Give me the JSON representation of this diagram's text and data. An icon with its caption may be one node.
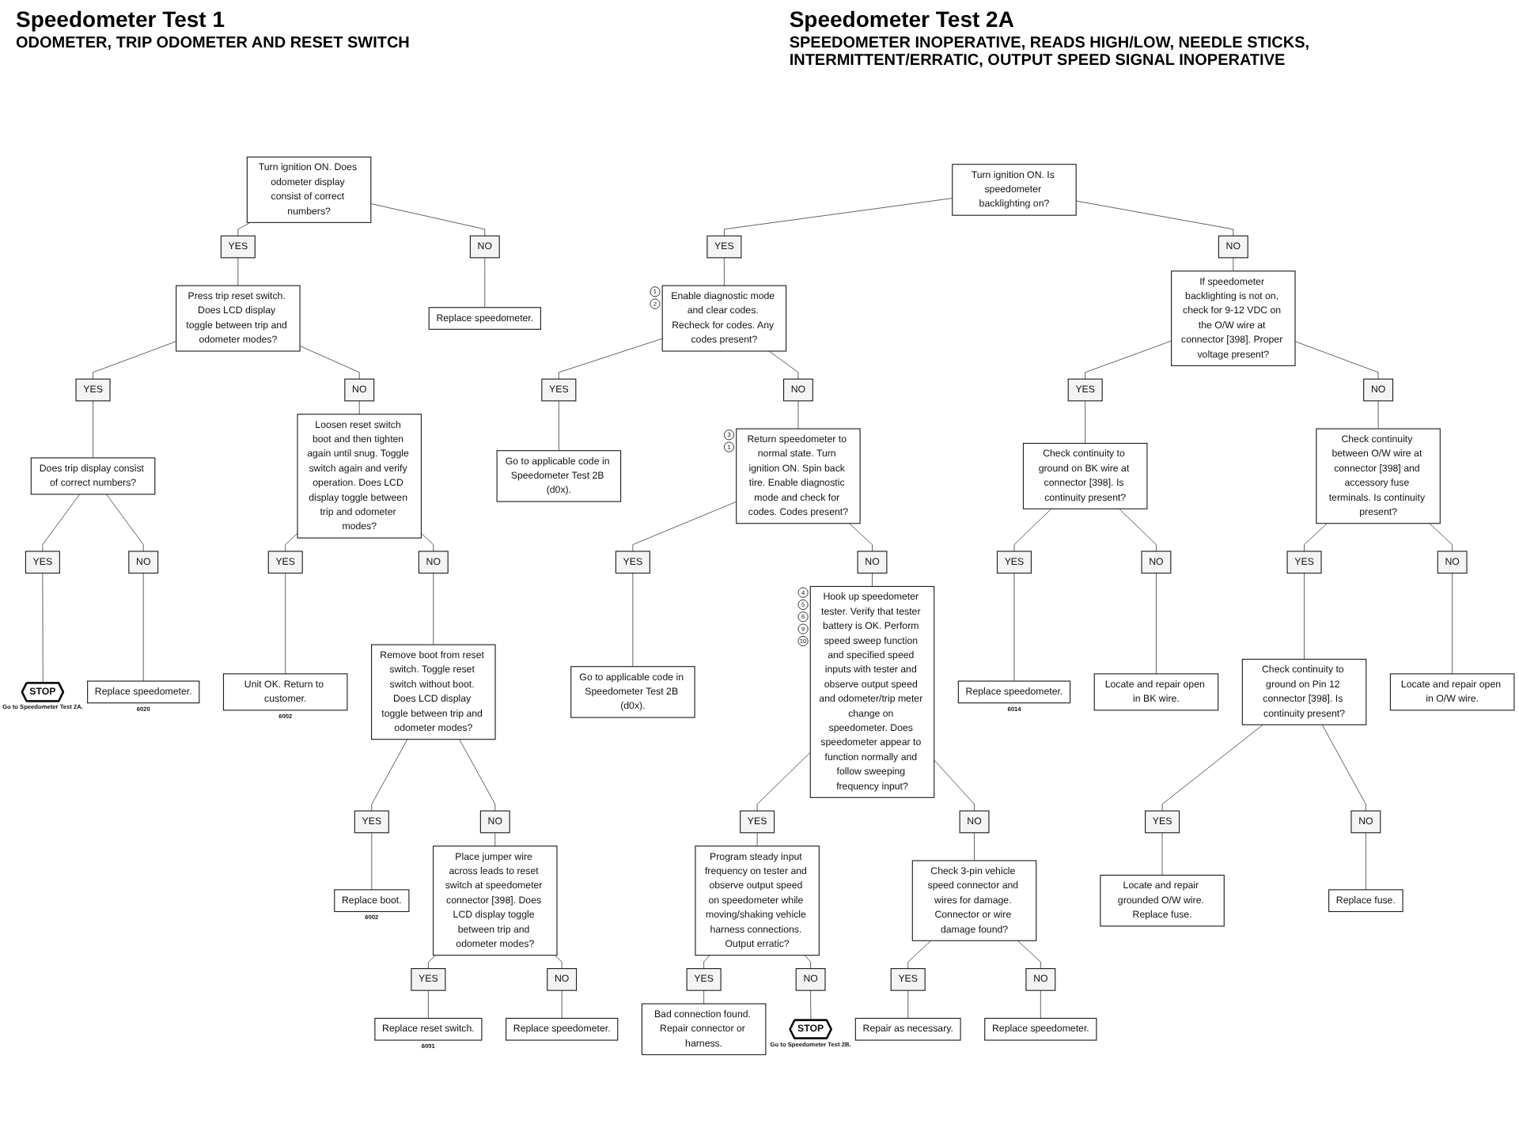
{
  "diagram": {
    "nodes": [
      {
        "text": [
          "Turn ignition ON. Does odometer display consist of correct numbers?"
        ]
      },
      {
        "text": [
          "YES"
        ]
      },
      {
        "text": [
          "NO"
        ]
      },
      {
        "text": [
          "Press trip reset switch. Does LCD display toggle between trip and odometer modes?"
        ]
      },
      {
        "text": [
          "Replace speedometer."
        ]
      },
      {
        "text": [
          "YES"
        ]
      },
      {
        "text": [
          "NO"
        ]
      },
      {
        "text": [
          "Does trip display consist of correct numbers?"
        ]
      },
      {
        "text": [
          "Loosen reset switch boot and then tighten again until snug. Toggle switch again and verify operation. Does LCD display toggle between trip and odometer modes?"
        ]
      },
      {
        "text": [
          "YES"
        ]
      },
      {
        "text": [
          "NO"
        ]
      },
      {
        "text": [
          "STOP"
        ],
        "beside": [
          "Go to Speedometer Test 2A."
        ]
      },
      {
        "text": [
          "Replace speedometer."
        ],
        "beside": [
          "6020"
        ]
      },
      {
        "text": [
          "YES"
        ]
      },
      {
        "text": [
          "NO"
        ]
      },
      {
        "text": [
          "Unit OK. Return to customer."
        ],
        "beside": [
          "6002"
        ]
      },
      {
        "text": [
          "Remove boot from reset switch. Toggle reset switch without boot. Does LCD display toggle between trip and odometer modes?"
        ]
      },
      {
        "text": [
          "YES"
        ]
      },
      {
        "text": [
          "NO"
        ]
      },
      {
        "text": [
          "Replace boot."
        ],
        "beside": [
          "6002"
        ]
      },
      {
        "text": [
          "Place jumper wire across leads to reset switch at speedometer connector [398]. Does LCD display toggle between trip and odometer modes?"
        ]
      },
      {
        "text": [
          "YES"
        ]
      },
      {
        "text": [
          "NO"
        ]
      },
      {
        "text": [
          "Replace reset switch."
        ],
        "beside": [
          "6001"
        ]
      },
      {
        "text": [
          "Replace speedometer."
        ]
      },
      {
        "text": [
          "Turn ignition ON. Is speedometer backlighting on?"
        ]
      },
      {
        "text": [
          "YES"
        ]
      },
      {
        "text": [
          "NO"
        ]
      },
      {
        "text": [
          "Enable diagnostic mode and clear codes. Recheck for codes. Any codes present?"
        ],
        "beside": [
          "1",
          "2"
        ]
      },
      {
        "text": [
          "If speedometer backlighting is not on, check for 9-12 VDC on the O/W wire at connector [398]. Proper voltage present?"
        ]
      },
      {
        "text": [
          "YES"
        ]
      },
      {
        "text": [
          "NO"
        ]
      },
      {
        "text": [
          "YES"
        ]
      },
      {
        "text": [
          "NO"
        ]
      },
      {
        "text": [
          "Go to applicable code in Speedometer Test 2B (d0x)."
        ]
      },
      {
        "text": [
          "Return speedometer to normal state. Turn ignition ON. Spin back tire. Enable diagnostic mode and check for codes. Codes present?"
        ],
        "beside": [
          "3",
          "1"
        ]
      },
      {
        "text": [
          "Check continuity to ground on BK wire at connector [398]. Is continuity present?"
        ]
      },
      {
        "text": [
          "Check continuity between O/W wire at connector [398] and accessory fuse terminals. Is continuity present?"
        ]
      },
      {
        "text": [
          "YES"
        ]
      },
      {
        "text": [
          "NO"
        ]
      },
      {
        "text": [
          "YES"
        ]
      },
      {
        "text": [
          "NO"
        ]
      },
      {
        "text": [
          "Go to applicable code in Speedometer Test 2B (d0x)."
        ]
      },
      {
        "text": [
          "Hook up speedometer tester. Verify that tester battery is OK. Perform speed sweep function and specified speed inputs with tester and observe output speed and odometer/trip meter change on speedometer. Does speedometer appear to function normally and follow sweeping frequency input?"
        ],
        "beside": [
          "4",
          "5",
          "6",
          "9",
          "10"
        ]
      },
      {
        "text": [
          "Check continuity to ground on Pin 12 connector [398]. Is continuity present?"
        ]
      },
      {
        "text": [
          "Locate and repair open in O/W wire."
        ]
      },
      {
        "text": [
          "YES"
        ]
      },
      {
        "text": [
          "NO"
        ]
      },
      {
        "text": [
          "Locate and repair grounded O/W wire. Replace fuse."
        ]
      },
      {
        "text": [
          "Replace fuse."
        ]
      },
      {
        "text": [
          "YES"
        ]
      },
      {
        "text": [
          "NO"
        ]
      },
      {
        "text": [
          "Replace speedometer."
        ],
        "beside": [
          "6014"
        ]
      },
      {
        "text": [
          "Locate and repair open in BK wire."
        ]
      },
      {
        "text": [
          "YES"
        ]
      },
      {
        "text": [
          "NO"
        ]
      },
      {
        "text": [
          "Program steady input frequency on tester and observe output speed on speedometer while moving/shaking vehicle harness connections. Output erratic?"
        ]
      },
      {
        "text": [
          "Check 3-pin vehicle speed connector and wires for damage. Connector or wire damage found?"
        ]
      },
      {
        "text": [
          "YES"
        ]
      },
      {
        "text": [
          "NO"
        ]
      },
      {
        "text": [
          "Bad connection found. Repair connector or harness."
        ]
      },
      {
        "text": [
          "STOP"
        ],
        "beside": [
          "Go to Speedometer Test 2B."
        ]
      },
      {
        "text": [
          "YES"
        ]
      },
      {
        "text": [
          "NO"
        ]
      },
      {
        "text": [
          "Repair as necessary."
        ]
      },
      {
        "text": [
          "Replace speedometer."
        ]
      }
    ],
    "edges": [
      {
        "from": 0,
        "to": 1,
        "arrow": "none"
      },
      {
        "from": 0,
        "to": 2,
        "arrow": "none"
      },
      {
        "from": 1,
        "to": 3,
        "arrow": "none"
      },
      {
        "from": 2,
        "to": 4,
        "arrow": "none"
      },
      {
        "from": 3,
        "to": 5,
        "arrow": "none"
      },
      {
        "from": 3,
        "to": 6,
        "arrow": "none"
      },
      {
        "from": 5,
        "to": 7,
        "arrow": "none"
      },
      {
        "from": 6,
        "to": 8,
        "arrow": "none"
      },
      {
        "from": 7,
        "to": 9,
        "arrow": "none"
      },
      {
        "from": 7,
        "to": 10,
        "arrow": "none"
      },
      {
        "from": 9,
        "to": 11,
        "arrow": "none"
      },
      {
        "from": 10,
        "to": 12,
        "arrow": "none"
      },
      {
        "from": 8,
        "to": 13,
        "arrow": "none"
      },
      {
        "from": 8,
        "to": 14,
        "arrow": "none"
      },
      {
        "from": 13,
        "to": 15,
        "arrow": "none"
      },
      {
        "from": 14,
        "to": 16,
        "arrow": "none"
      },
      {
        "from": 16,
        "to": 17,
        "arrow": "none"
      },
      {
        "from": 16,
        "to": 18,
        "arrow": "none"
      },
      {
        "from": 17,
        "to": 19,
        "arrow": "none"
      },
      {
        "from": 18,
        "to": 20,
        "arrow": "none"
      },
      {
        "from": 20,
        "to": 21,
        "arrow": "none"
      },
      {
        "from": 20,
        "to": 22,
        "arrow": "none"
      },
      {
        "from": 21,
        "to": 23,
        "arrow": "none"
      },
      {
        "from": 22,
        "to": 24,
        "arrow": "none"
      },
      {
        "from": 25,
        "to": 26,
        "arrow": "none"
      },
      {
        "from": 25,
        "to": 27,
        "arrow": "none"
      },
      {
        "from": 26,
        "to": 28,
        "arrow": "none"
      },
      {
        "from": 27,
        "to": 29,
        "arrow": "none"
      },
      {
        "from": 28,
        "to": 30,
        "arrow": "none"
      },
      {
        "from": 28,
        "to": 31,
        "arrow": "none"
      },
      {
        "from": 29,
        "to": 32,
        "arrow": "none"
      },
      {
        "from": 29,
        "to": 33,
        "arrow": "none"
      },
      {
        "from": 30,
        "to": 34,
        "arrow": "none"
      },
      {
        "from": 31,
        "to": 35,
        "arrow": "none"
      },
      {
        "from": 32,
        "to": 36,
        "arrow": "none"
      },
      {
        "from": 33,
        "to": 37,
        "arrow": "none"
      },
      {
        "from": 35,
        "to": 38,
        "arrow": "none"
      },
      {
        "from": 35,
        "to": 39,
        "arrow": "none"
      },
      {
        "from": 37,
        "to": 40,
        "arrow": "none"
      },
      {
        "from": 37,
        "to": 41,
        "arrow": "none"
      },
      {
        "from": 38,
        "to": 42,
        "arrow": "none"
      },
      {
        "from": 39,
        "to": 43,
        "arrow": "none"
      },
      {
        "from": 40,
        "to": 44,
        "arrow": "none"
      },
      {
        "from": 41,
        "to": 45,
        "arrow": "none"
      },
      {
        "from": 44,
        "to": 46,
        "arrow": "none"
      },
      {
        "from": 44,
        "to": 47,
        "arrow": "none"
      },
      {
        "from": 46,
        "to": 48,
        "arrow": "none"
      },
      {
        "from": 47,
        "to": 49,
        "arrow": "none"
      },
      {
        "from": 36,
        "to": 50,
        "arrow": "none"
      },
      {
        "from": 36,
        "to": 51,
        "arrow": "none"
      },
      {
        "from": 50,
        "to": 52,
        "arrow": "none"
      },
      {
        "from": 51,
        "to": 53,
        "arrow": "none"
      },
      {
        "from": 43,
        "to": 54,
        "arrow": "none"
      },
      {
        "from": 43,
        "to": 55,
        "arrow": "none"
      },
      {
        "from": 54,
        "to": 56,
        "arrow": "none"
      },
      {
        "from": 55,
        "to": 57,
        "arrow": "none"
      },
      {
        "from": 56,
        "to": 58,
        "arrow": "none"
      },
      {
        "from": 56,
        "to": 59,
        "arrow": "none"
      },
      {
        "from": 58,
        "to": 60,
        "arrow": "none"
      },
      {
        "from": 59,
        "to": 61,
        "arrow": "none"
      },
      {
        "from": 57,
        "to": 62,
        "arrow": "none"
      },
      {
        "from": 57,
        "to": 63,
        "arrow": "none"
      },
      {
        "from": 62,
        "to": 64,
        "arrow": "none"
      },
      {
        "from": 63,
        "to": 65,
        "arrow": "none"
      }
    ],
    "labels": [
      "Speedometer Test 1",
      "ODOMETER, TRIP ODOMETER AND RESET SWITCH",
      "Speedometer Test 2A",
      "SPEEDOMETER INOPERATIVE, READS HIGH/LOW, NEEDLE STICKS, INTERMITTENT/ERRATIC, OUTPUT SPEED SIGNAL INOPERATIVE"
    ]
  }
}
